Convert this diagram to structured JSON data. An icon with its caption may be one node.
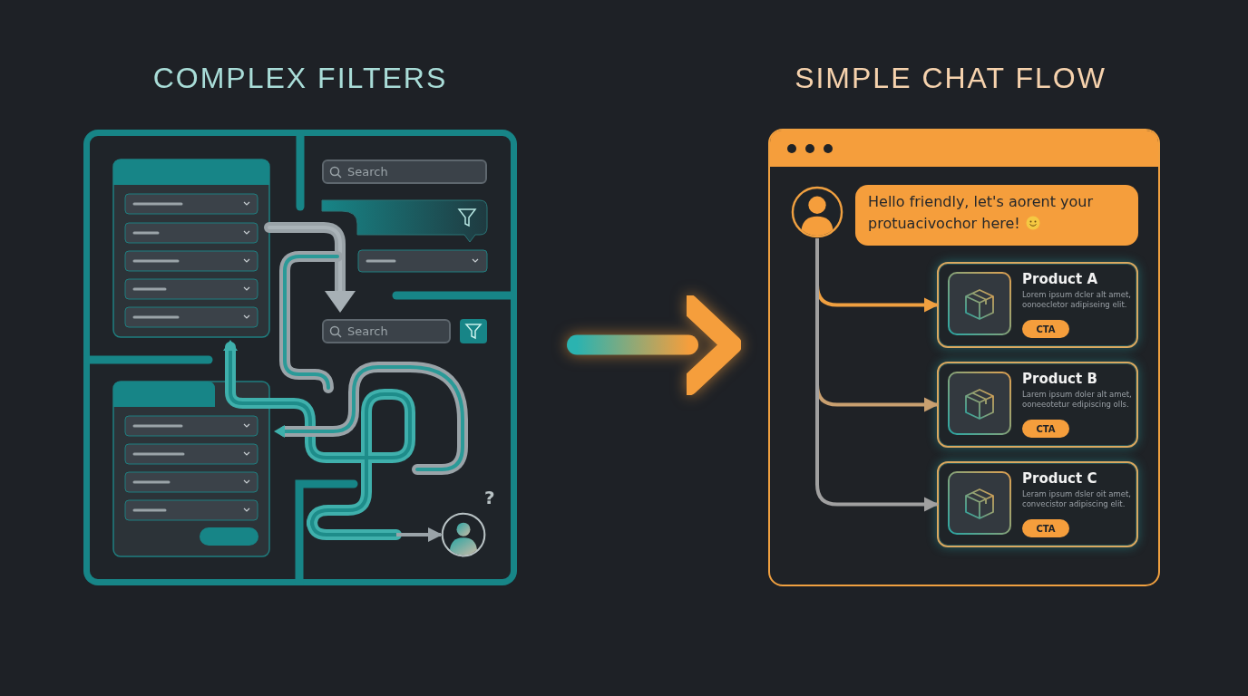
{
  "diagram": {
    "nodes": [
      {
        "text": [],
        "shape": "box"
      },
      {
        "text": [
          "Search"
        ],
        "in": 0
      },
      {
        "text": [
          "Search"
        ],
        "in": 0
      },
      {
        "text": [],
        "shape": "person",
        "in": 0,
        "beside": [
          "?"
        ]
      },
      {
        "text": [],
        "shape": "box"
      },
      {
        "text": [],
        "shape": "person",
        "in": 4
      },
      {
        "text": [
          "Hello friendly, let's aorent your protuacivochor here!"
        ],
        "in": 4
      },
      {
        "text": [
          "Product A",
          "Lorem ipsum dcler alt amet, oonoecletor adipiseing elit.",
          "CTA"
        ],
        "in": 4
      },
      {
        "text": [
          "Product B",
          "Larem ipsum doler alt amet, ooneeotetur edipiscing olls.",
          "CTA"
        ],
        "in": 4
      },
      {
        "text": [
          "Product C",
          "Leram ipsum dsler oit amet, convecistor adipiscing elit.",
          "CTA"
        ],
        "in": 4
      }
    ],
    "edges": [
      {
        "from": 0,
        "to": 4,
        "arrow": "to",
        "style": "thick"
      },
      {
        "from": null,
        "to": 3,
        "arrow": "to",
        "color": "#9aa3a8"
      },
      {
        "from": 5,
        "to": 7,
        "arrow": "to",
        "color": "#f0a040"
      },
      {
        "from": 5,
        "to": 8,
        "arrow": "to",
        "color": "#c9a070"
      },
      {
        "from": 5,
        "to": 9,
        "arrow": "to",
        "color": "#a0a0a0"
      }
    ],
    "labels": [
      "COMPLEX FILTERS",
      "SIMPLE CHAT FLOW"
    ]
  }
}
